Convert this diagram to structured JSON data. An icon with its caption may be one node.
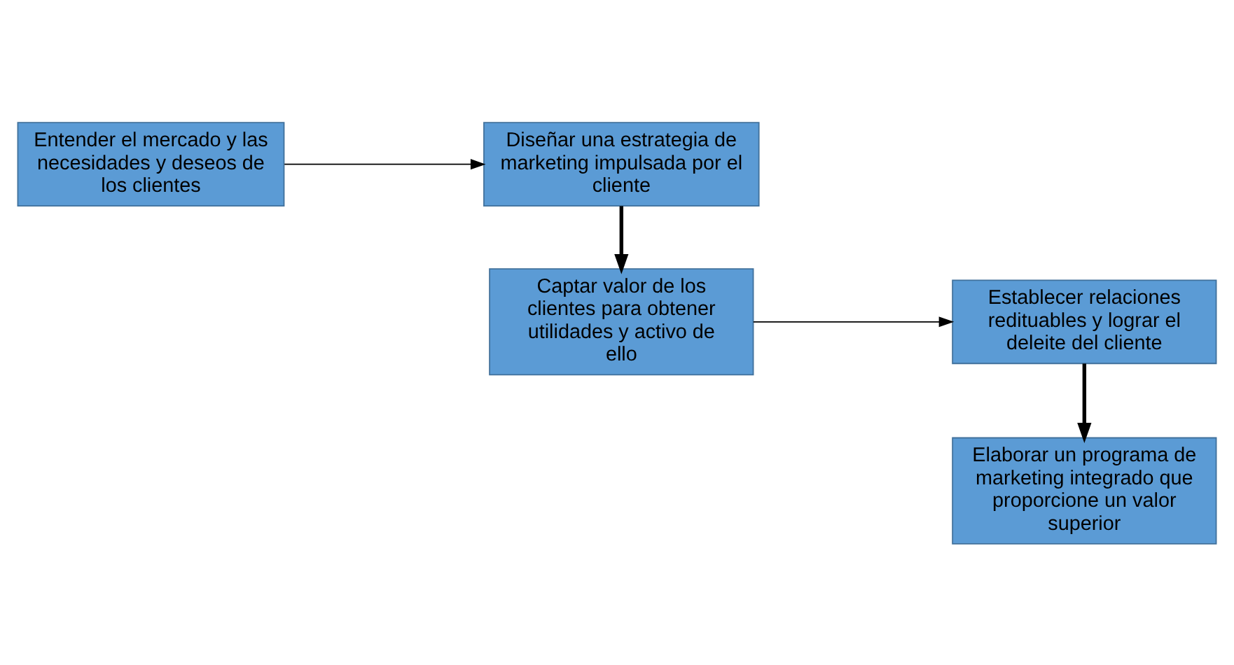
{
  "diagram": {
    "nodes": [
      {
        "text": [
          "Entender el mercado y las necesidades y deseos de los clientes"
        ]
      },
      {
        "text": [
          "Diseñar una estrategia de marketing impulsada por el cliente"
        ]
      },
      {
        "text": [
          "Captar valor de los clientes para obtener utilidades y activo de ello"
        ]
      },
      {
        "text": [
          "Establecer relaciones redituables y lograr el deleite del cliente"
        ]
      },
      {
        "text": [
          "Elaborar un programa de marketing integrado que proporcione un valor superior"
        ]
      }
    ],
    "edges": [
      {
        "from": 0,
        "to": 1,
        "arrow": "to"
      },
      {
        "from": 1,
        "to": 2,
        "arrow": "to",
        "style": "thick"
      },
      {
        "from": 2,
        "to": 3,
        "arrow": "to"
      },
      {
        "from": 3,
        "to": 4,
        "arrow": "to",
        "style": "thick"
      }
    ]
  }
}
